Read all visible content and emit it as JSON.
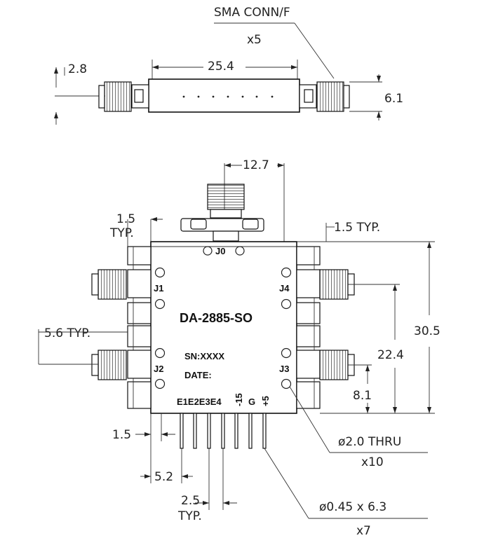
{
  "side_view": {
    "connector_label": "SMA CONN/F",
    "connector_qty": "x5",
    "dim_height": "2.8",
    "dim_length": "25.4",
    "dim_thickness": "6.1"
  },
  "top_view": {
    "part_number": "DA-2885-SO",
    "serial": "SN:XXXX",
    "date": "DATE:",
    "ports": [
      "J0",
      "J1",
      "J2",
      "J3",
      "J4"
    ],
    "pin_labels": "E1E2E3E4",
    "pin_minus15": "-15",
    "pin_g": "G",
    "pin_plus5": "+5",
    "dim_conn_spacing": "12.7",
    "dim_left_typ_value": "1.5",
    "dim_left_typ_suffix": "TYP.",
    "dim_right_typ": "1.5 TYP.",
    "dim_conn_offset": "5.6 TYP.",
    "dim_height_total": "30.5",
    "dim_height_j4": "22.4",
    "dim_height_j3": "8.1",
    "dim_pin_edge": "1.5",
    "dim_pin_first": "5.2",
    "dim_pin_pitch": "2.5",
    "dim_pin_pitch_suffix": "TYP.",
    "hole_spec": "ø2.0 THRU",
    "hole_qty": "x10",
    "pin_spec": "ø0.45 x 6.3",
    "pin_qty": "x7"
  }
}
